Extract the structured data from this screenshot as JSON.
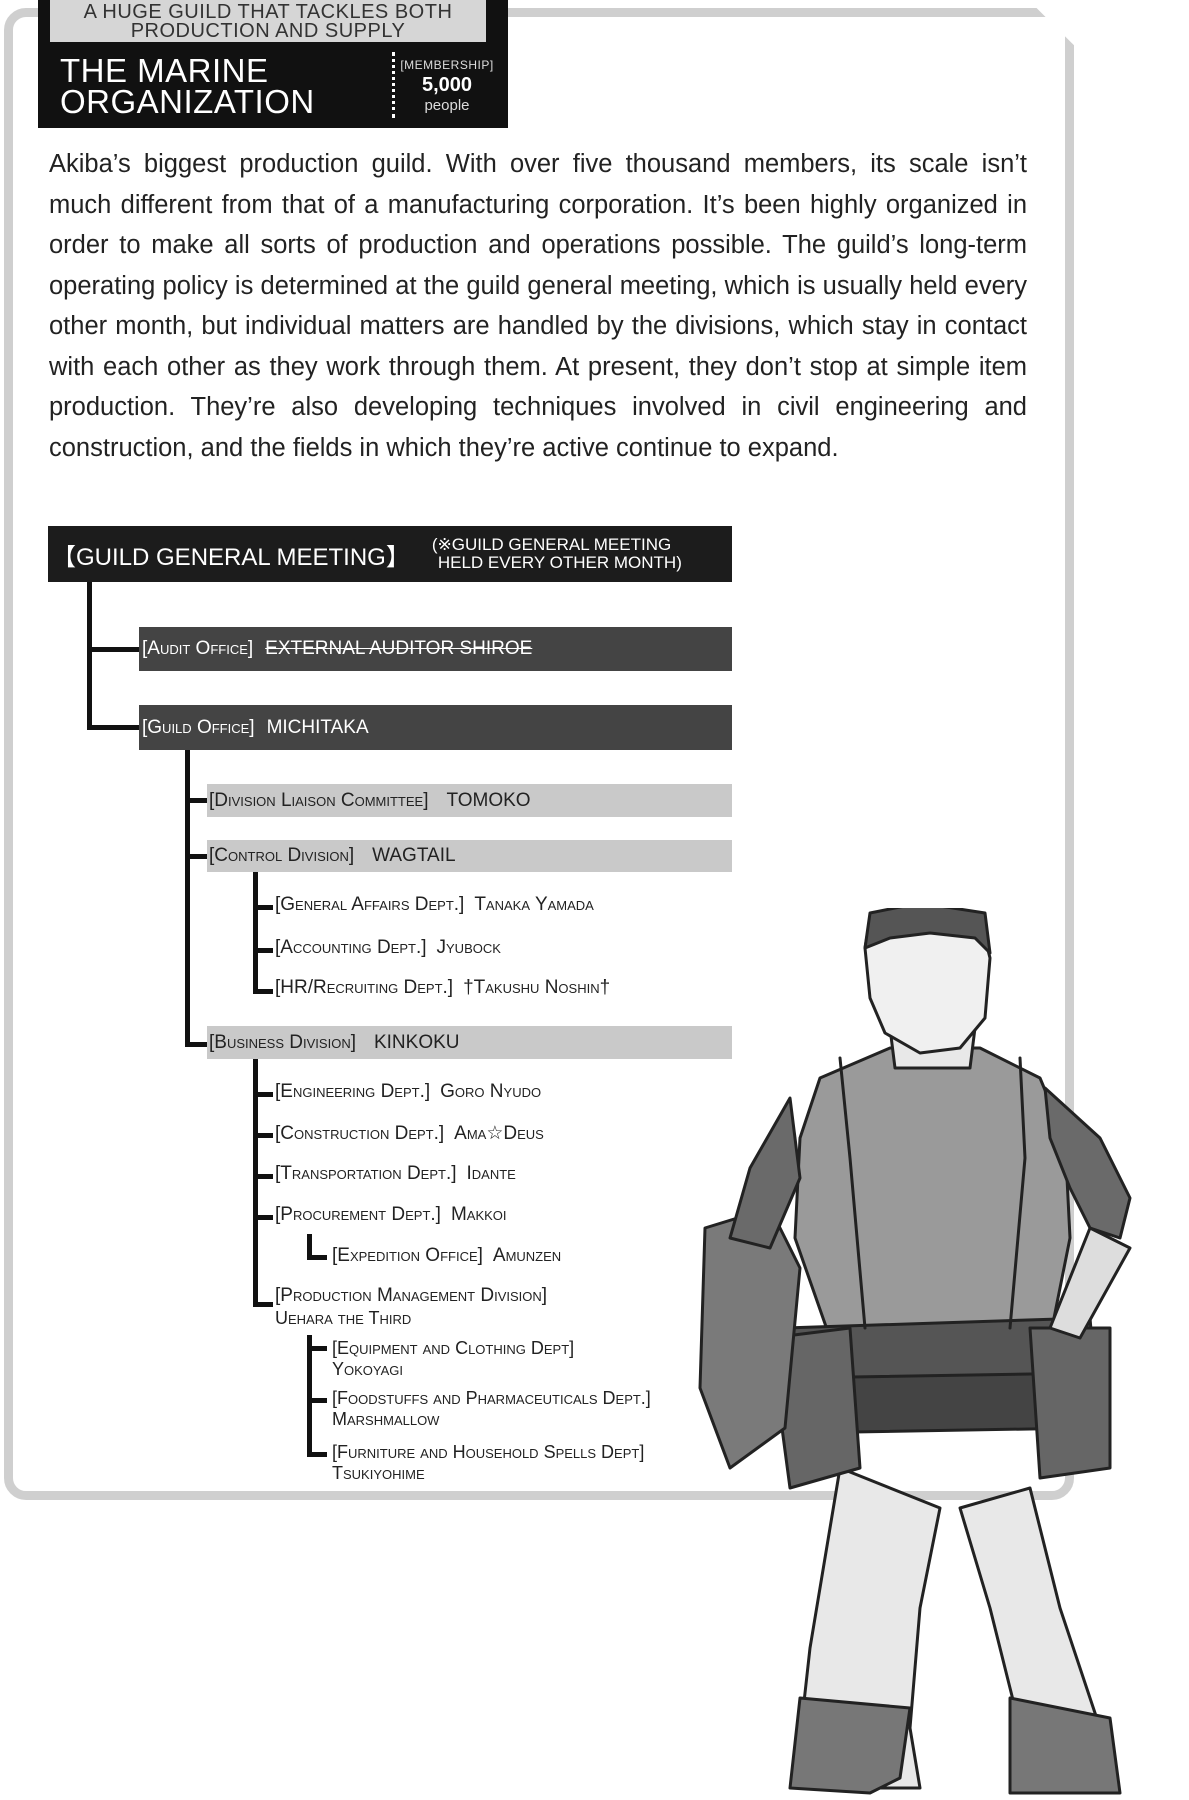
{
  "header": {
    "subtitle": "A HUGE GUILD THAT TACKLES BOTH PRODUCTION AND SUPPLY",
    "title_line1": "THE MARINE",
    "title_line2": "ORGANIZATION",
    "membership_label": "[MEMBERSHIP]",
    "membership_count": "5,000",
    "membership_unit": "people"
  },
  "description": "Akiba’s biggest production guild. With over five thousand members, its scale isn’t much different from that of a manufacturing corporation. It’s been highly organized in order to make all sorts of production and operations possible. The guild’s long-term operating policy is determined at the guild general meeting, which is usually held every other month, but individual matters are handled by the divisions, which stay in contact with each other as they work through them. At present, they don’t stop at simple item production. They’re also developing techniques involved in civil engineering and construction, and the fields in which they’re active continue to expand.",
  "org": {
    "general_meeting": "【GUILD GENERAL MEETING】",
    "general_meeting_note_1": "(※GUILD GENERAL MEETING",
    "general_meeting_note_2": "HELD EVERY OTHER MONTH)",
    "audit_office": "[Audit Office]",
    "audit_office_head": "EXTERNAL AUDITOR SHIROE",
    "guild_office": "[Guild Office]",
    "guild_office_head": "MICHITAKA",
    "liaison": "[Division Liaison Committee]",
    "liaison_head": "TOMOKO",
    "control": "[Control Division]",
    "control_head": "WAGTAIL",
    "control_depts": [
      {
        "dept": "[General Affairs Dept.]",
        "head": "Tanaka Yamada"
      },
      {
        "dept": "[Accounting Dept.]",
        "head": "Jyubock"
      },
      {
        "dept": "[HR/Recruiting Dept.]",
        "head": "†Takushu Noshin†"
      }
    ],
    "business": "[Business Division]",
    "business_head": "KINKOKU",
    "business_depts": [
      {
        "dept": "[Engineering Dept.]",
        "head": "Goro Nyudo"
      },
      {
        "dept": "[Construction Dept.]",
        "head": "Ama☆Deus"
      },
      {
        "dept": "[Transportation Dept.]",
        "head": "Idante"
      },
      {
        "dept": "[Procurement Dept.]",
        "head": "Makkoi"
      }
    ],
    "expedition": {
      "dept": "[Expedition Office]",
      "head": "Amunzen"
    },
    "production": {
      "dept": "[Production Management Division]",
      "head": "Uehara the Third"
    },
    "production_depts": [
      {
        "dept": "[Equipment and Clothing Dept]",
        "head": "Yokoyagi"
      },
      {
        "dept": "[Foodstuffs and Pharmaceuticals Dept.]",
        "head": "Marshmallow"
      },
      {
        "dept": "[Furniture and Household Spells Dept]",
        "head": "Tsukiyohime"
      }
    ]
  }
}
